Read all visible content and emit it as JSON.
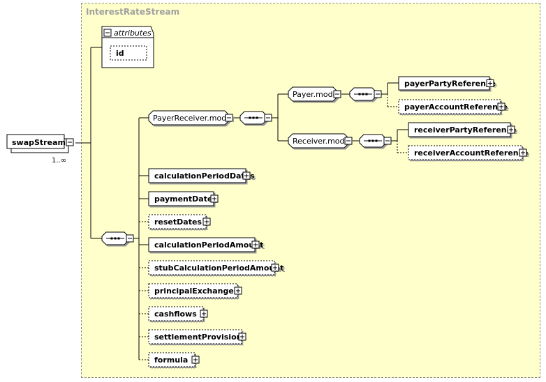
{
  "group": {
    "title": "InterestRateStream"
  },
  "attributes": {
    "label": "attributes",
    "items": [
      "id"
    ]
  },
  "root": {
    "name": "swapStream",
    "cardinality": "1..∞"
  },
  "model_groups": {
    "payer_receiver": "PayerReceiver.model",
    "payer": "Payer.model",
    "receiver": "Receiver.model"
  },
  "elements": {
    "payerPartyReference": "payerPartyReference",
    "payerAccountReference": "payerAccountReference",
    "receiverPartyReference": "receiverPartyReference",
    "receiverAccountReference": "receiverAccountReference",
    "calculationPeriodDates": "calculationPeriodDates",
    "paymentDates": "paymentDates",
    "resetDates": "resetDates",
    "calculationPeriodAmount": "calculationPeriodAmount",
    "stubCalculationPeriodAmount": "stubCalculationPeriodAmount",
    "principalExchanges": "principalExchanges",
    "cashflows": "cashflows",
    "settlementProvision": "settlementProvision",
    "formula": "formula"
  },
  "icons": {
    "expand": "plus-box-icon",
    "collapse": "minus-box-icon",
    "sequence": "sequence-compositor-icon"
  },
  "colors": {
    "background": "#ffffcc",
    "box_fill": "#ffffff",
    "line": "#000000",
    "group_title": "#a0a0a0"
  }
}
